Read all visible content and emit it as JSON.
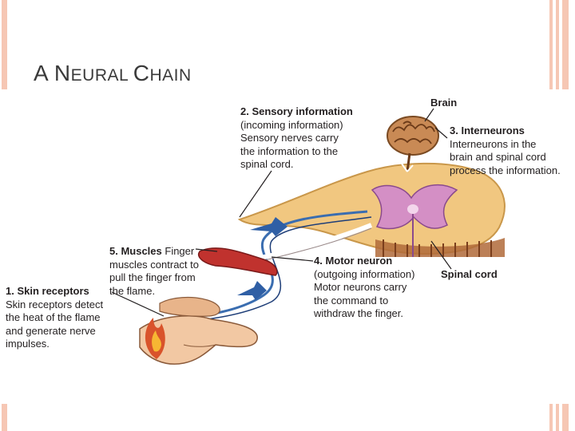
{
  "slide": {
    "title_parts": [
      "A ",
      "N",
      "EURAL ",
      "C",
      "HAIN"
    ],
    "accent_color": "#f6c7b4"
  },
  "diagram": {
    "brain_label": "Brain",
    "spinal_cord_label": "Spinal cord",
    "sensory": {
      "heading": "2. Sensory information",
      "lines": [
        "(incoming information)",
        "Sensory nerves carry",
        "the information to the",
        "spinal cord."
      ]
    },
    "interneurons": {
      "heading": "3. Interneurons",
      "lines": [
        "Interneurons in the",
        "brain and spinal cord",
        "process the information."
      ]
    },
    "motor": {
      "heading": "4. Motor neuron",
      "lines": [
        "(outgoing information)",
        "Motor neurons carry",
        "the command to",
        "withdraw the finger."
      ]
    },
    "muscles": {
      "heading": "5. Muscles",
      "heading_tail": " Finger",
      "lines": [
        "muscles contract to",
        "pull the finger from",
        "the flame."
      ]
    },
    "skin": {
      "heading": "1. Skin receptors",
      "lines": [
        "Skin receptors detect",
        "the heat of the flame",
        "and generate nerve",
        "impulses."
      ]
    }
  }
}
